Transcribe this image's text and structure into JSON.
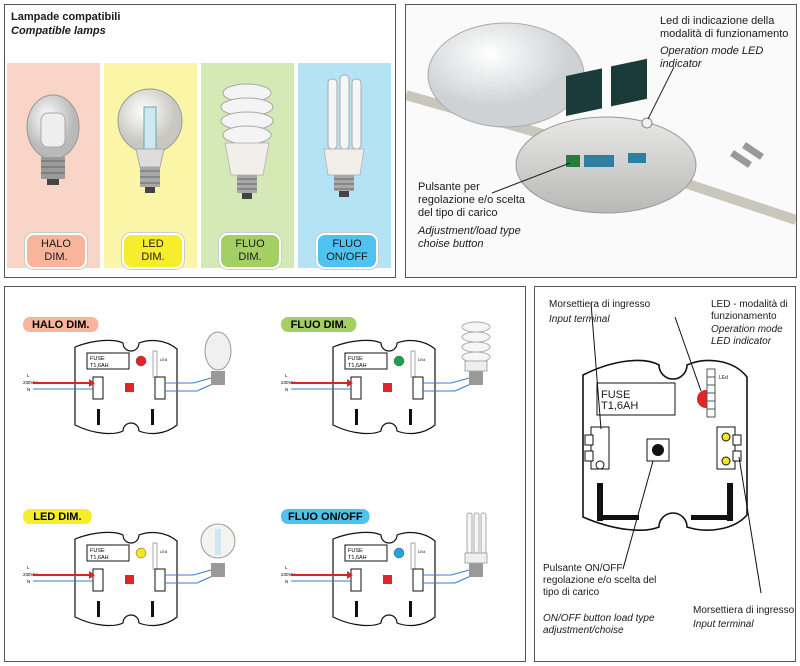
{
  "colors": {
    "halo": "#f9b59c",
    "led": "#f6ee2d",
    "fluo": "#a4d063",
    "onoff": "#4fc3ef",
    "halo_bg": "#f8d5c6",
    "led_bg": "#fbf5a7",
    "fluo_bg": "#d4e9b5",
    "onoff_bg": "#b5e3f6",
    "led_red": "#e3232a",
    "led_green": "#1aa24a",
    "led_yellow": "#f6e51c",
    "led_blue": "#23a3dd",
    "arrow": "#d8232a"
  },
  "compat": {
    "title_it": "Lampade compatibili",
    "title_en": "Compatible lamps",
    "lamps": [
      {
        "label1": "HALO",
        "label2": "DIM.",
        "icon": "halogen-bulb-icon"
      },
      {
        "label1": "LED",
        "label2": "DIM.",
        "icon": "led-bulb-icon"
      },
      {
        "label1": "FLUO",
        "label2": "DIM.",
        "icon": "fluo-spiral-bulb-icon"
      },
      {
        "label1": "FLUO",
        "label2": "ON/OFF",
        "icon": "fluo-tube-bulb-icon"
      }
    ]
  },
  "photo": {
    "led_it": "Led di indicazione della modalità di funzionamento",
    "led_en": "Operation mode LED indicator",
    "btn_it": "Pulsante per regolazione e/o scelta del tipo di carico",
    "btn_en": "Adjustment/load type choise button"
  },
  "wiring": {
    "fuse_label": "FUSE",
    "fuse_value": "T1,6AH",
    "supply_l": "L",
    "supply_v": "230Vac",
    "supply_n": "N",
    "side_label": "LEd",
    "diagrams": [
      {
        "mode": "HALO DIM.",
        "led": "red",
        "lamp": "halogen"
      },
      {
        "mode": "FLUO DIM.",
        "led": "green",
        "lamp": "spiral"
      },
      {
        "mode": "LED DIM.",
        "led": "yellow",
        "lamp": "led"
      },
      {
        "mode": "FLUO ON/OFF",
        "led": "blue",
        "lamp": "tube"
      }
    ]
  },
  "detail": {
    "in_it": "Morsettiera di ingresso",
    "in_en": "Input terminal",
    "led_it": "LED - modalità di funzionamento",
    "led_en": "Operation mode LED indicator",
    "fuse_label": "FUSE",
    "fuse_value": "T1,6AH",
    "side_label": "LEd",
    "btn_it": "Pulsante ON/OFF regolazione e/o scelta del tipo di carico",
    "btn_en": "ON/OFF button load type adjustment/choise",
    "out_it": "Morsettiera di ingresso",
    "out_en": "Input terminal"
  }
}
